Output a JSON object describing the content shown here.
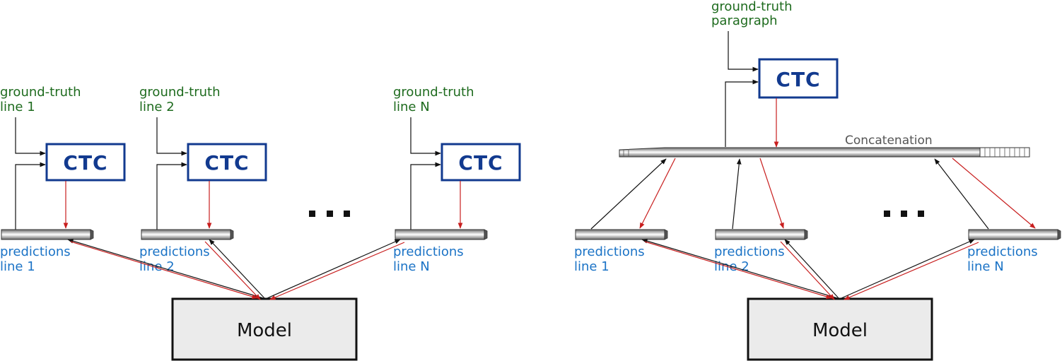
{
  "left": {
    "ctc_label": "CTC",
    "model_label": "Model",
    "ground_truth": [
      {
        "line1": "ground-truth",
        "line2": "line 1"
      },
      {
        "line1": "ground-truth",
        "line2": "line 2"
      },
      {
        "line1": "ground-truth",
        "line2": "line N"
      }
    ],
    "predictions": [
      {
        "line1": "predictions",
        "line2": "line 1"
      },
      {
        "line1": "predictions",
        "line2": "line 2"
      },
      {
        "line1": "predictions",
        "line2": "line N"
      }
    ]
  },
  "right": {
    "ctc_label": "CTC",
    "model_label": "Model",
    "concat_label": "Concatenation",
    "ground_truth": {
      "line1": "ground-truth",
      "line2": "paragraph"
    },
    "predictions": [
      {
        "line1": "predictions",
        "line2": "line 1"
      },
      {
        "line1": "predictions",
        "line2": "line 2"
      },
      {
        "line1": "predictions",
        "line2": "line N"
      }
    ]
  },
  "colors": {
    "ground_truth_text": "#1e6b1e",
    "predictions_text": "#1b73c6",
    "ctc_box": "#123a8f",
    "backward_arrow": "#c81e1e",
    "forward_arrow": "#111111",
    "model_fill": "#ebebeb"
  }
}
